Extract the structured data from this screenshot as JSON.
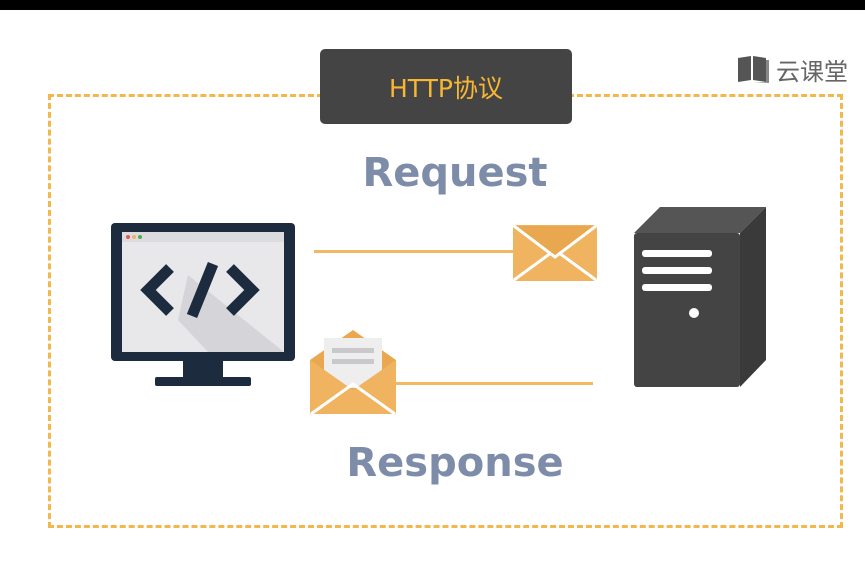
{
  "title": "HTTP协议",
  "brand": {
    "name": "云课堂",
    "icon": "book-icon"
  },
  "request_label": "Request",
  "response_label": "Response",
  "colors": {
    "accent": "#f7b733",
    "dashed_border": "#f2b84b",
    "label": "#7d8ca8",
    "dark": "#1c2b3d",
    "server": "#444444",
    "envelope": "#f0b35f",
    "line": "#f3b864"
  },
  "icons": [
    "monitor-code-icon",
    "envelope-icon",
    "open-envelope-icon",
    "server-icon"
  ]
}
